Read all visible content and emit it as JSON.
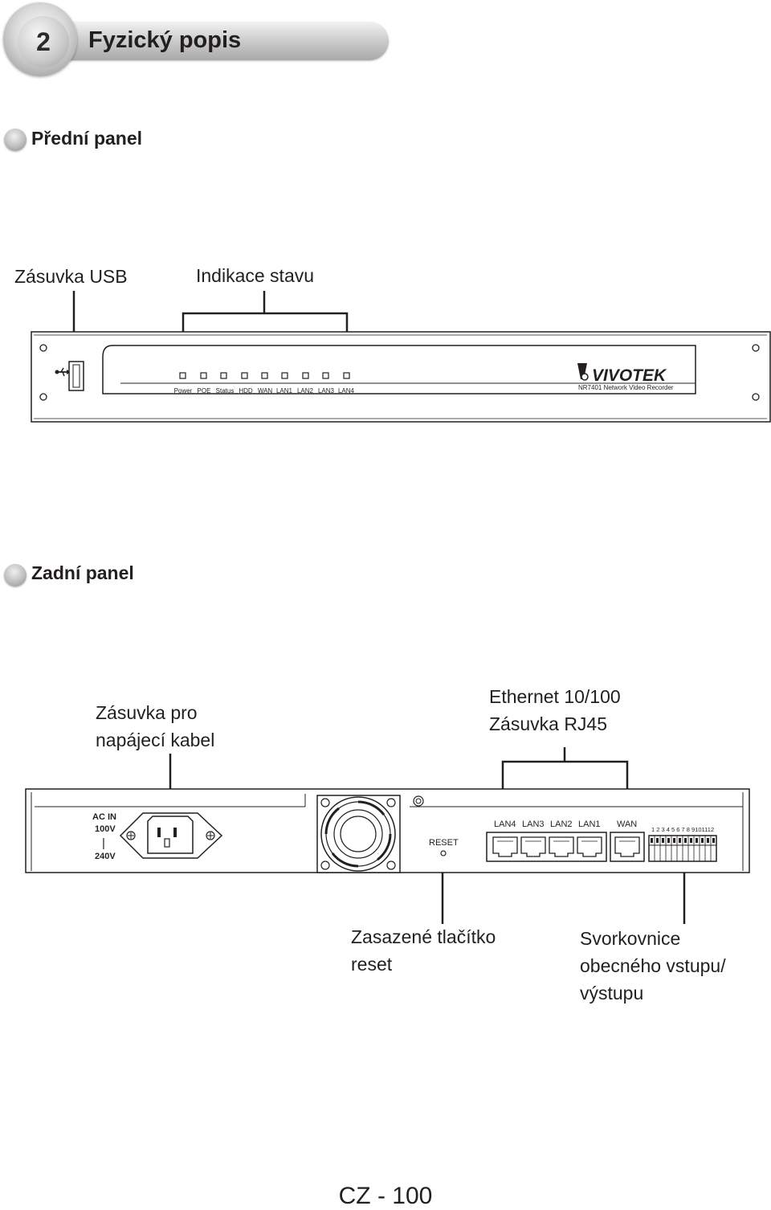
{
  "chapter": {
    "number": "2",
    "title": "Fyzický popis"
  },
  "front_panel": {
    "section_title": "Přední panel",
    "callouts": {
      "usb": "Zásuvka USB",
      "status": "Indikace stavu"
    },
    "led_labels": [
      "Power",
      "POE",
      "Status",
      "HDD",
      "WAN",
      "LAN1",
      "LAN2",
      "LAN3",
      "LAN4"
    ],
    "brand": "VIVOTEK",
    "model": "NR7401 Network Video Recorder"
  },
  "rear_panel": {
    "section_title": "Zadní panel",
    "callouts": {
      "power_line1": "Zásuvka pro",
      "power_line2": "napájecí kabel",
      "ethernet_line1": "Ethernet 10/100",
      "ethernet_line2": "Zásuvka RJ45",
      "reset_line1": "Zasazené tlačítko",
      "reset_line2": "reset",
      "dio_line1": "Svorkovnice",
      "dio_line2": "obecného vstupu/",
      "dio_line3": "výstupu"
    },
    "ac_labels": {
      "ac_in": "AC  IN",
      "v100": "100V",
      "sep": "|",
      "v240": "240V"
    },
    "reset_label": "RESET",
    "port_labels": [
      "LAN4",
      "LAN3",
      "LAN2",
      "LAN1",
      "WAN"
    ],
    "terminal_numbers": "1 2 3 4 5 6 7 8 9101112"
  },
  "footer": {
    "page": "CZ - 100"
  }
}
